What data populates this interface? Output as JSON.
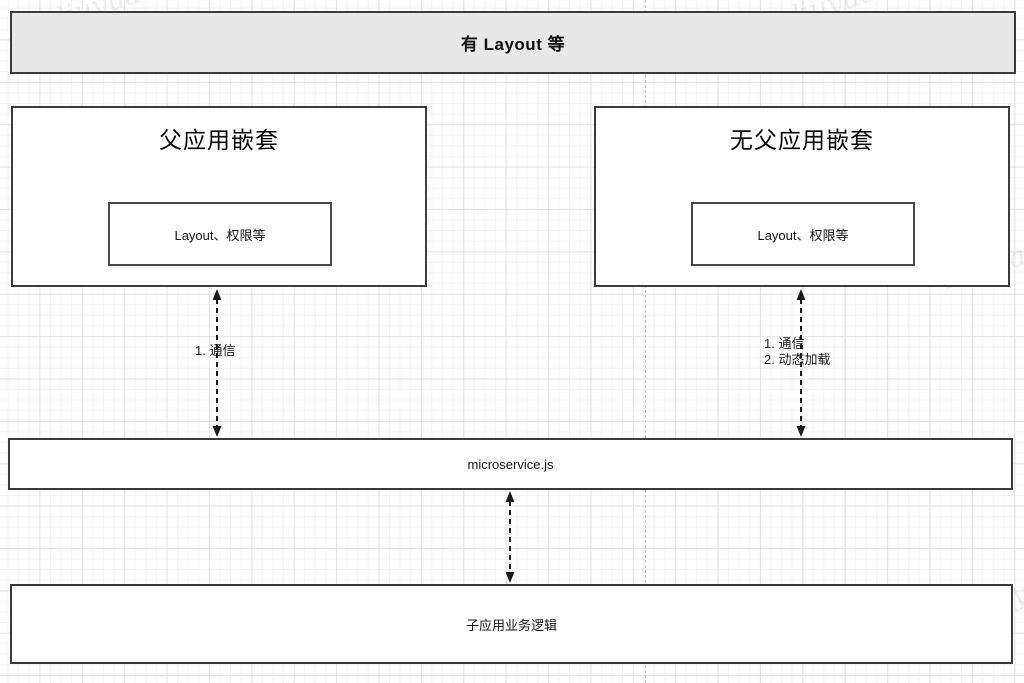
{
  "diagram": {
    "banner": {
      "label": "有 Layout 等"
    },
    "parent_app": {
      "title": "父应用嵌套",
      "inner_label": "Layout、权限等"
    },
    "no_parent_app": {
      "title": "无父应用嵌套",
      "inner_label": "Layout、权限等"
    },
    "parent_link_label": {
      "lines": [
        "1. 通信"
      ]
    },
    "no_parent_link_label": {
      "lines": [
        "1. 通信",
        "2. 动态加载"
      ]
    },
    "microservice": {
      "label": "microservice.js"
    },
    "child_logic": {
      "label": "子应用业务逻辑"
    },
    "watermark_text": "liuyuan",
    "colors": {
      "banner_fill": "#e8e8e8",
      "box_border": "#3b3b3b",
      "arrow": "#1a1a1a",
      "grid_minor": "#f4f4f4",
      "grid_major": "#e4e4e4",
      "guide_line": "#c2c2c2",
      "background": "#ffffff"
    }
  }
}
